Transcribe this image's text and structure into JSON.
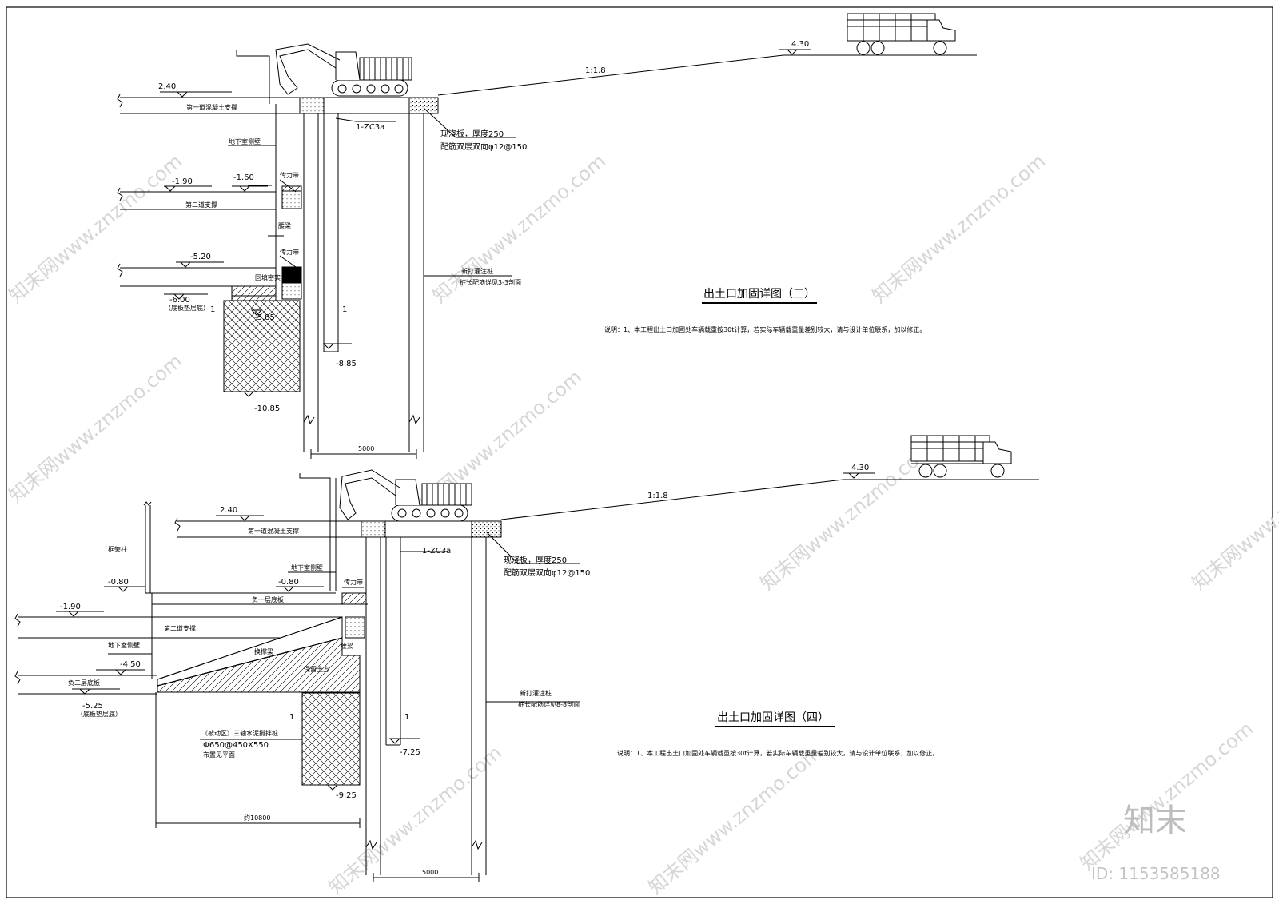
{
  "watermark": {
    "text": "知末网www.znzmo.com",
    "brand": "知末",
    "id": "ID: 1153585188"
  },
  "detail3": {
    "title": "出土口加固详图（三）",
    "note": "说明：1、本工程出土口加固处车辆载重按30t计算，若实际车辆载重量差别较大，请与设计单位联系，加以修正。",
    "slope": "1:1.8",
    "elevations": {
      "top_ground": "4.30",
      "first_support": "2.40",
      "second_support": "-1.90",
      "belt_top": "-1.60",
      "third_level": "-5.20",
      "base": "-6.00",
      "base_note": "（底板垫层底）",
      "mix_mid": "-5.85",
      "pile_left_bottom": "-8.85",
      "mix_bottom": "-10.85"
    },
    "labels": {
      "first_support": "第一道混凝土支撑",
      "side_wall": "地下室侧壁",
      "second_support": "第二道支撑",
      "force_belt1": "传力带",
      "waist_beam": "腰梁",
      "force_belt2": "传力带",
      "backfill": "回填密实",
      "zc": "1-ZC3a",
      "slab_line1": "现浇板，厚度250",
      "slab_line2": "配筋双层双向φ12@150",
      "new_pile_line1": "新打灌注桩",
      "new_pile_line2": "桩长配筋详见3-3剖面",
      "pile_mark_left": "1",
      "pile_mark_right": "1"
    },
    "dims": {
      "span": "5000"
    }
  },
  "detail4": {
    "title": "出土口加固详图（四）",
    "note": "说明：1、本工程出土口加固处车辆载重按30t计算，若实际车辆载重量差别较大，请与设计单位联系，加以修正。",
    "slope": "1:1.8",
    "elevations": {
      "top_ground": "4.30",
      "first_support": "2.40",
      "left_minus080": "-0.80",
      "right_minus080": "-0.80",
      "second_support": "-1.90",
      "third_level": "-4.50",
      "base": "-5.25",
      "base_note": "（底板垫层底）",
      "pile_left_bottom": "-7.25",
      "mix_bottom": "-9.25"
    },
    "labels": {
      "frame_column": "框架柱",
      "first_support": "第一道混凝土支撑",
      "side_wall_top": "地下室侧壁",
      "force_belt": "传力带",
      "b1_slab": "负一层底板",
      "second_support": "第二道支撑",
      "waist_beam": "腰梁",
      "diag_brace": "换撑梁",
      "side_wall_left": "地下室侧壁",
      "reserved_soil": "保留土方",
      "b2_slab": "负二层底板",
      "mix_pile_line1": "（被动区）三轴水泥搅拌桩",
      "mix_pile_line2": "Φ650@450X550",
      "mix_pile_line3": "布置见平面",
      "zc": "1-ZC3a",
      "slab_line1": "现浇板，厚度250",
      "slab_line2": "配筋双层双向φ12@150",
      "new_pile_line1": "新打灌注桩",
      "new_pile_line2": "桩长配筋详见8-8剖面",
      "pile_mark_left": "1",
      "pile_mark_right": "1"
    },
    "dims": {
      "span": "5000",
      "width": "约10800"
    }
  }
}
